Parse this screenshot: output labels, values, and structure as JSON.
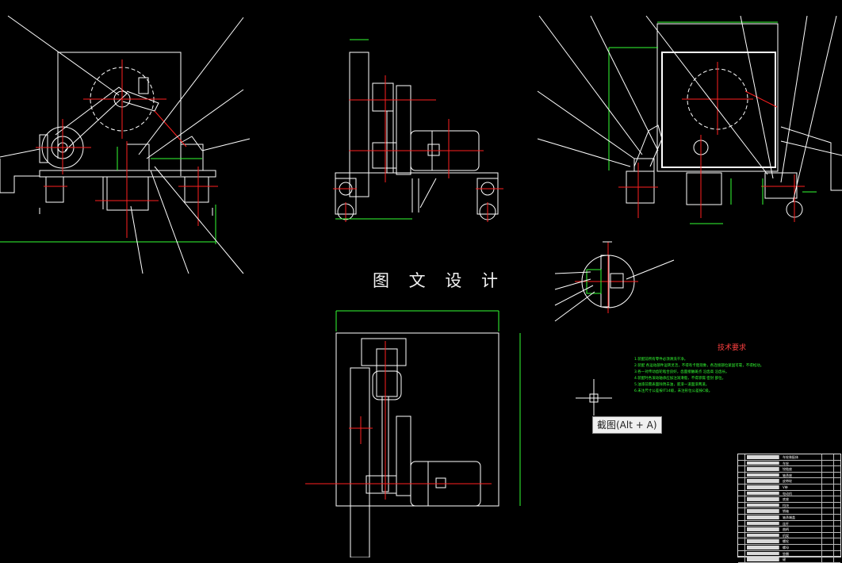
{
  "watermark_text": "图 文 设 计",
  "tooltip": {
    "label": "截图(Alt + A)"
  },
  "tech_notes": {
    "title": "技术要求",
    "lines": [
      "1.装配前所有零件必须清洗干净。",
      "2.装配  各运动部件运转灵活，不得有卡阻现象，各连接部位紧固可靠，不得松动。",
      "3.各一对传动齿轮啮合良好，齿面接触斑点  沿齿高  沿齿长。",
      "4.装配时各滚动轴承应加注润滑脂，不得渗漏  密封  部位。",
      "5.油漆前需表面除锈去油，底漆一道面漆两道。",
      "6.未注尺寸公差按IT14级，未注形位公差按C级。"
    ]
  },
  "parts_table": {
    "rows": [
      "车轮装配体",
      "车轮",
      "铰链座",
      "轴承座",
      "皮带轮",
      "V带",
      "电动机",
      "底座",
      "挡块",
      "销轴",
      "轴承端盖",
      "连杆",
      "曲柄",
      "机架",
      "螺栓",
      "螺母",
      "垫圈",
      "键"
    ]
  }
}
